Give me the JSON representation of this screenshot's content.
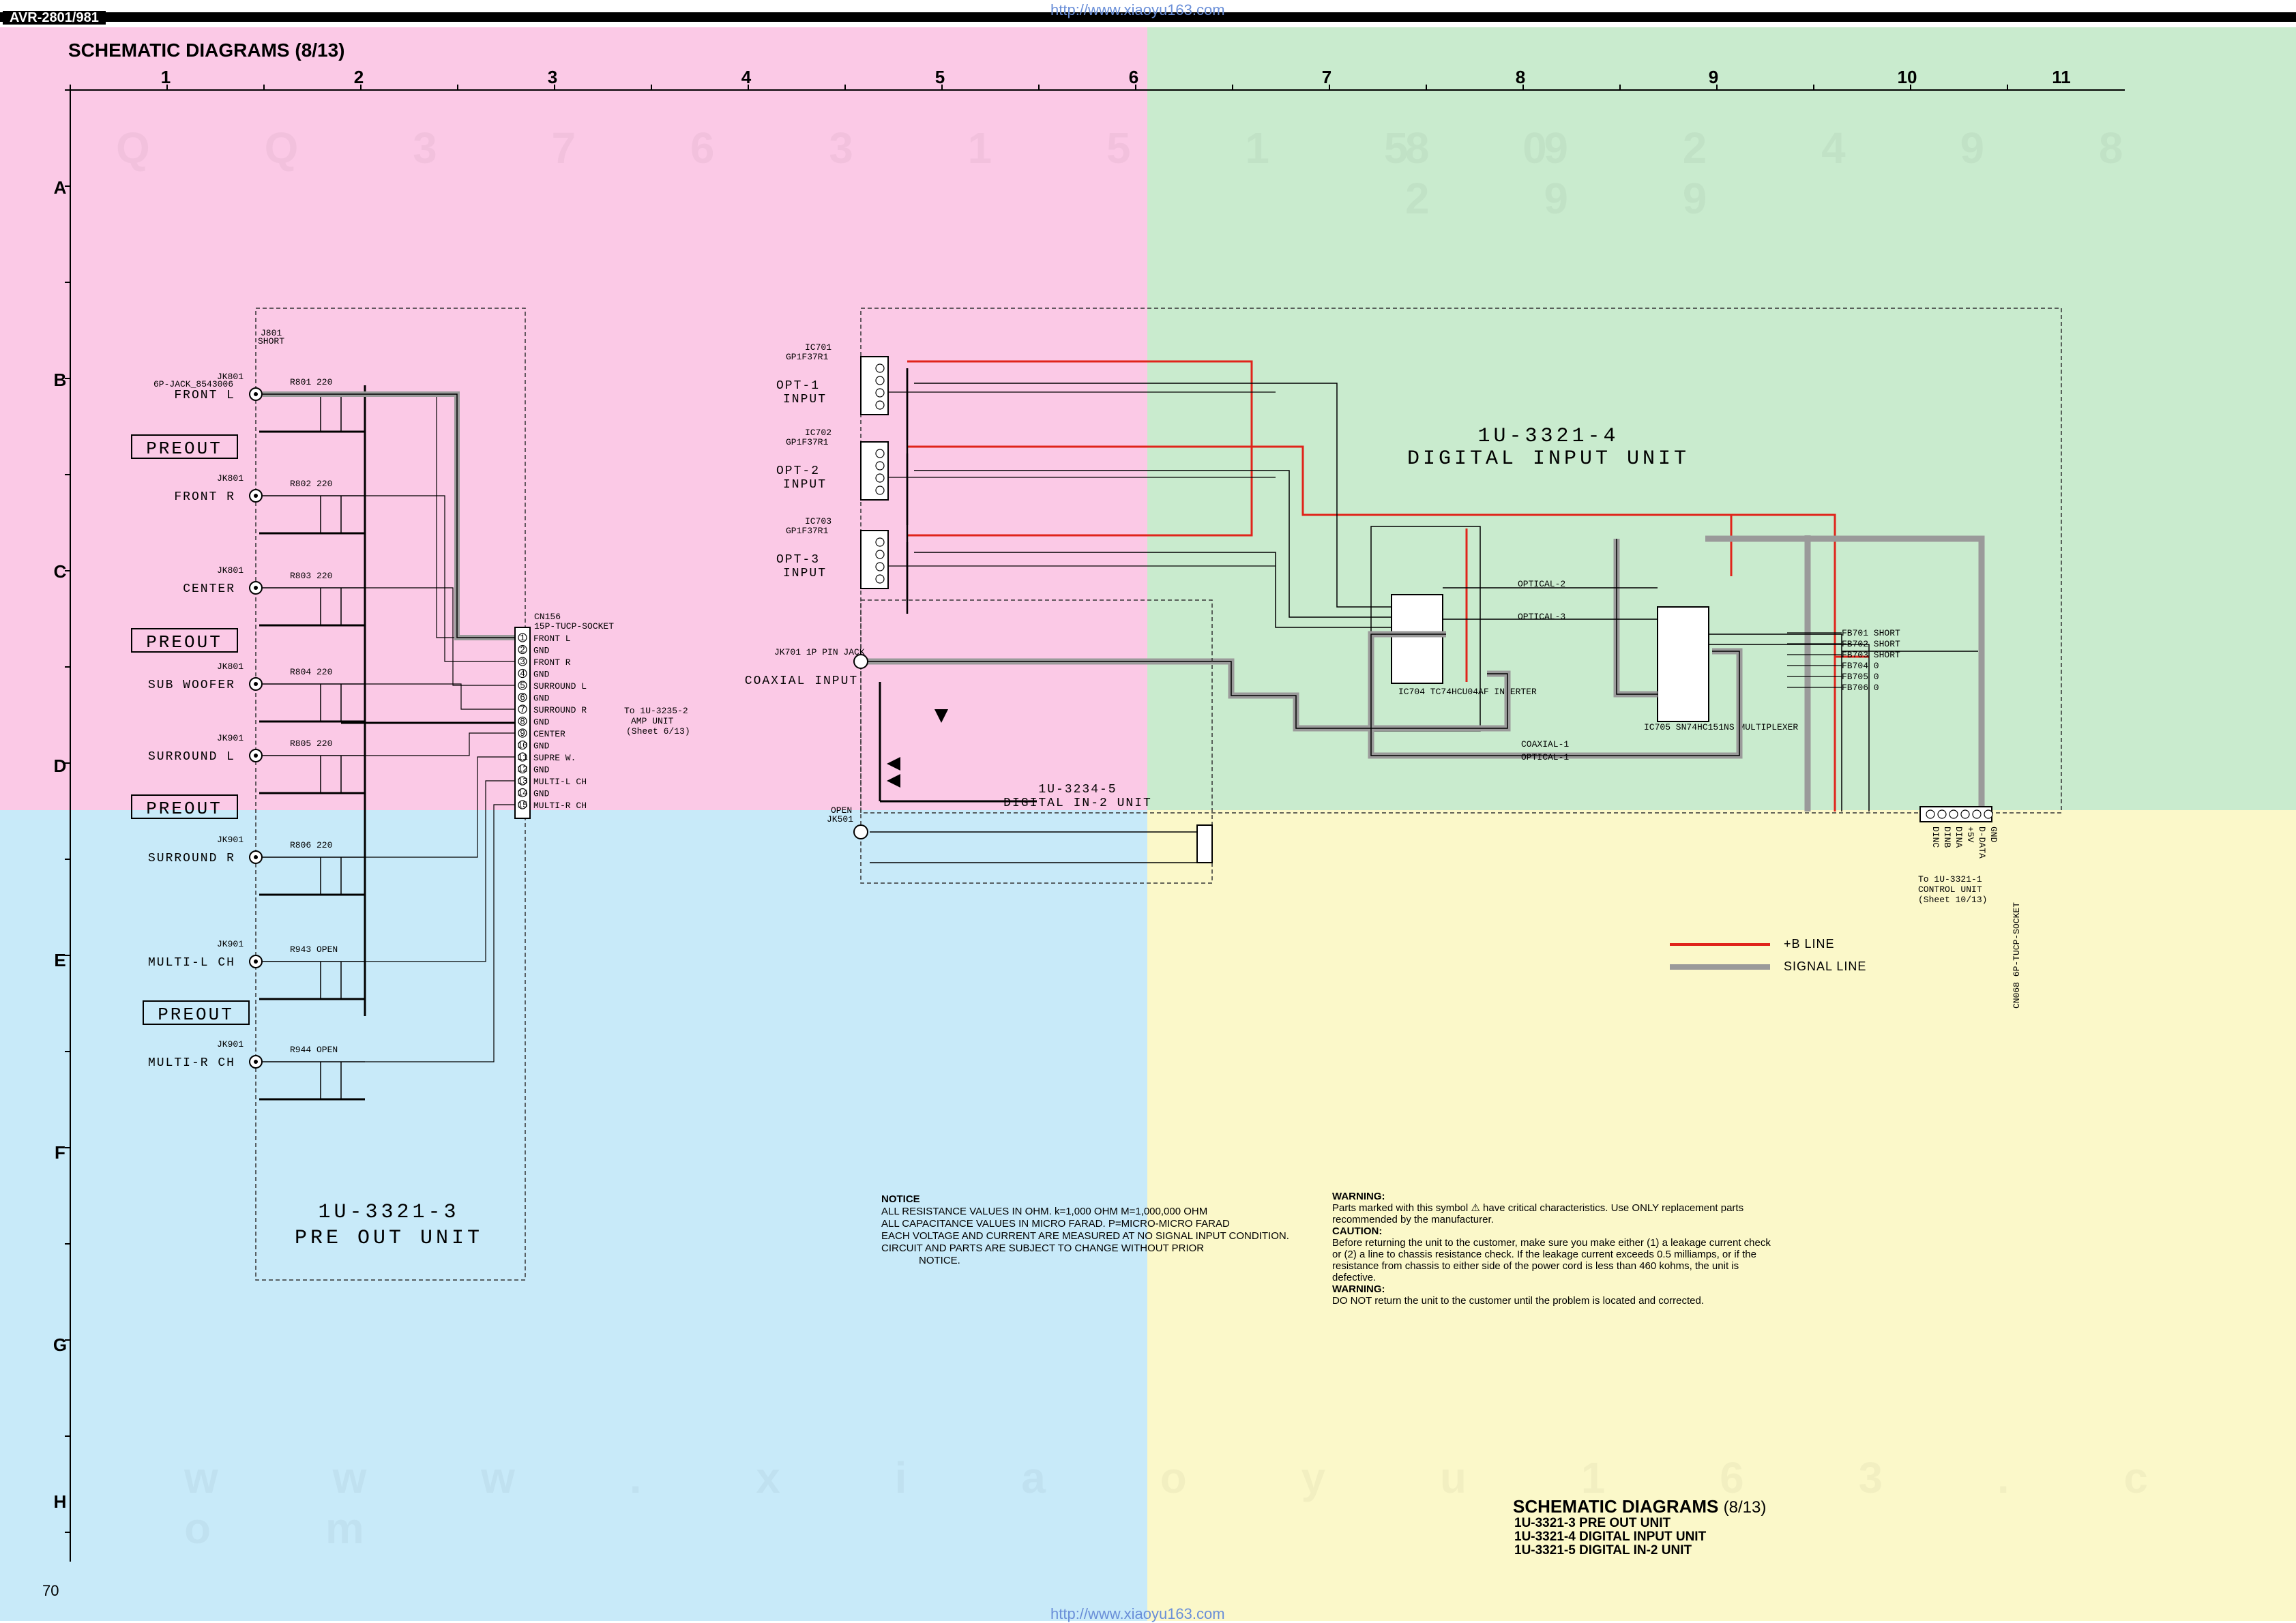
{
  "header": {
    "model": "AVR-2801/981",
    "url_top": "http://www.xiaoyu163.com",
    "title": "SCHEMATIC DIAGRAMS (8/13)",
    "url_bottom": "http://www.xiaoyu163.com",
    "page_number": "70"
  },
  "watermark": {
    "top_digits": "Q Q 3 7 6 3 1 5 1 5 0",
    "top_digits_2": "8 9 2 4 9 8 2 9 9",
    "bottom_url": "w w w . x i a o y u 1 6 3 . c o m"
  },
  "grid": {
    "columns": [
      "1",
      "2",
      "3",
      "4",
      "5",
      "6",
      "7",
      "8",
      "9",
      "10",
      "11"
    ],
    "rows": [
      "A",
      "B",
      "C",
      "D",
      "E",
      "F",
      "G",
      "H"
    ]
  },
  "colors": {
    "pink": "#fbc9e6",
    "green": "#c9ebce",
    "blue": "#c8eaf9",
    "yellow": "#fbf8c9",
    "b_line": "#e0241b",
    "signal_line": "#9a9a9a"
  },
  "pre_out": {
    "unit_name": "1U-3321-3",
    "unit_desc": "PRE OUT UNIT",
    "preout_label": "PREOUT",
    "jacks": [
      "FRONT L",
      "FRONT R",
      "CENTER",
      "SUB WOOFER",
      "SURROUND L",
      "SURROUND R",
      "MULTI-L CH",
      "MULTI-R CH"
    ],
    "jack_refs": [
      "JK801",
      "JK801",
      "JK801",
      "JK801",
      "JK901",
      "JK901",
      "JK901",
      "JK901"
    ],
    "jack_type": "6P-JACK_8543006",
    "short_ref": "J801",
    "short_label": "SHORT",
    "component_refs": [
      "R801 220",
      "R802 220",
      "R803 220",
      "R804 220",
      "R805 220",
      "R806 220",
      "R943 OPEN",
      "R944 OPEN"
    ],
    "connector": {
      "ref": "CN156",
      "type": "15P-TUCP-SOCKET",
      "pins": [
        "FRONT L",
        "GND",
        "FRONT R",
        "GND",
        "SURROUND L",
        "GND",
        "SURROUND R",
        "GND",
        "CENTER",
        "GND",
        "SUPRE W.",
        "GND",
        "MULTI-L CH",
        "GND",
        "MULTI-R CH"
      ],
      "destination": "To 1U-3235-2",
      "destination_2": "AMP UNIT",
      "destination_3": "(Sheet 6/13)"
    }
  },
  "digital_input": {
    "unit_name": "1U-3321-4",
    "unit_desc": "DIGITAL INPUT UNIT",
    "opt_inputs": [
      "OPT-1 INPUT",
      "OPT-2 INPUT",
      "OPT-3 INPUT"
    ],
    "opt_ics": [
      "IC701 GP1F37R1",
      "IC702 GP1F37R1",
      "IC703 GP1F37R1"
    ],
    "ic704": "IC704 TC74HCU04AF INVERTER",
    "ic705": "IC705 SN74HC151NS MULTIPLEXER",
    "labels": [
      "OPTICAL-2",
      "OPTICAL-3",
      "COAXIAL-1",
      "OPTICAL-1"
    ],
    "ferrites": [
      "FB701 SHORT",
      "FB702 SHORT",
      "FB703 SHORT",
      "FB704 0",
      "FB705 0",
      "FB706 0"
    ],
    "control_connector": "CN068 6P-TUCP-SOCKET",
    "control_pins": [
      "DINC",
      "DINB",
      "DINA",
      "+5V",
      "D-DATA",
      "GND"
    ],
    "control_dest": "To 1U-3321-1",
    "control_dest_2": "CONTROL UNIT",
    "control_dest_3": "(Sheet 10/13)"
  },
  "digital_in2": {
    "unit_name": "1U-3234-5",
    "unit_desc": "DIGITAL IN-2 UNIT",
    "coaxial_input": "COAXIAL INPUT",
    "jack_ref": "JK701 1P PIN JACK",
    "jk501": "JK501",
    "jk501_status": "OPEN"
  },
  "legend": {
    "b_line": "+B LINE",
    "signal_line": "SIGNAL LINE"
  },
  "notice": {
    "title": "NOTICE",
    "line1": "ALL RESISTANCE VALUES IN OHM. k=1,000 OHM M=1,000,000 OHM",
    "line2": "ALL CAPACITANCE VALUES IN MICRO FARAD. P=MICRO-MICRO FARAD",
    "line3": "EACH VOLTAGE AND CURRENT ARE MEASURED AT NO SIGNAL INPUT CONDITION.",
    "line4": "CIRCUIT AND PARTS ARE SUBJECT TO CHANGE WITHOUT PRIOR",
    "line5": "NOTICE."
  },
  "warnings": {
    "w1_title": "WARNING:",
    "w1_text": "Parts marked with this symbol ⚠ have critical characteristics. Use ONLY replacement parts recommended by the manufacturer.",
    "caution_title": "CAUTION:",
    "caution_text": "Before returning the unit to the customer, make sure you make either (1) a leakage current check or (2) a line to chassis resistance check. If the leakage current exceeds 0.5 milliamps, or if the resistance from chassis to either side of the power cord is less than 460 kohms, the unit is defective.",
    "w2_title": "WARNING:",
    "w2_text": "DO NOT return the unit to the customer until the problem is located and corrected."
  },
  "footer": {
    "title": "SCHEMATIC DIAGRAMS",
    "page": "(8/13)",
    "sub1": "1U-3321-3 PRE OUT UNIT",
    "sub2": "1U-3321-4 DIGITAL INPUT UNIT",
    "sub3": "1U-3321-5 DIGITAL IN-2 UNIT"
  }
}
